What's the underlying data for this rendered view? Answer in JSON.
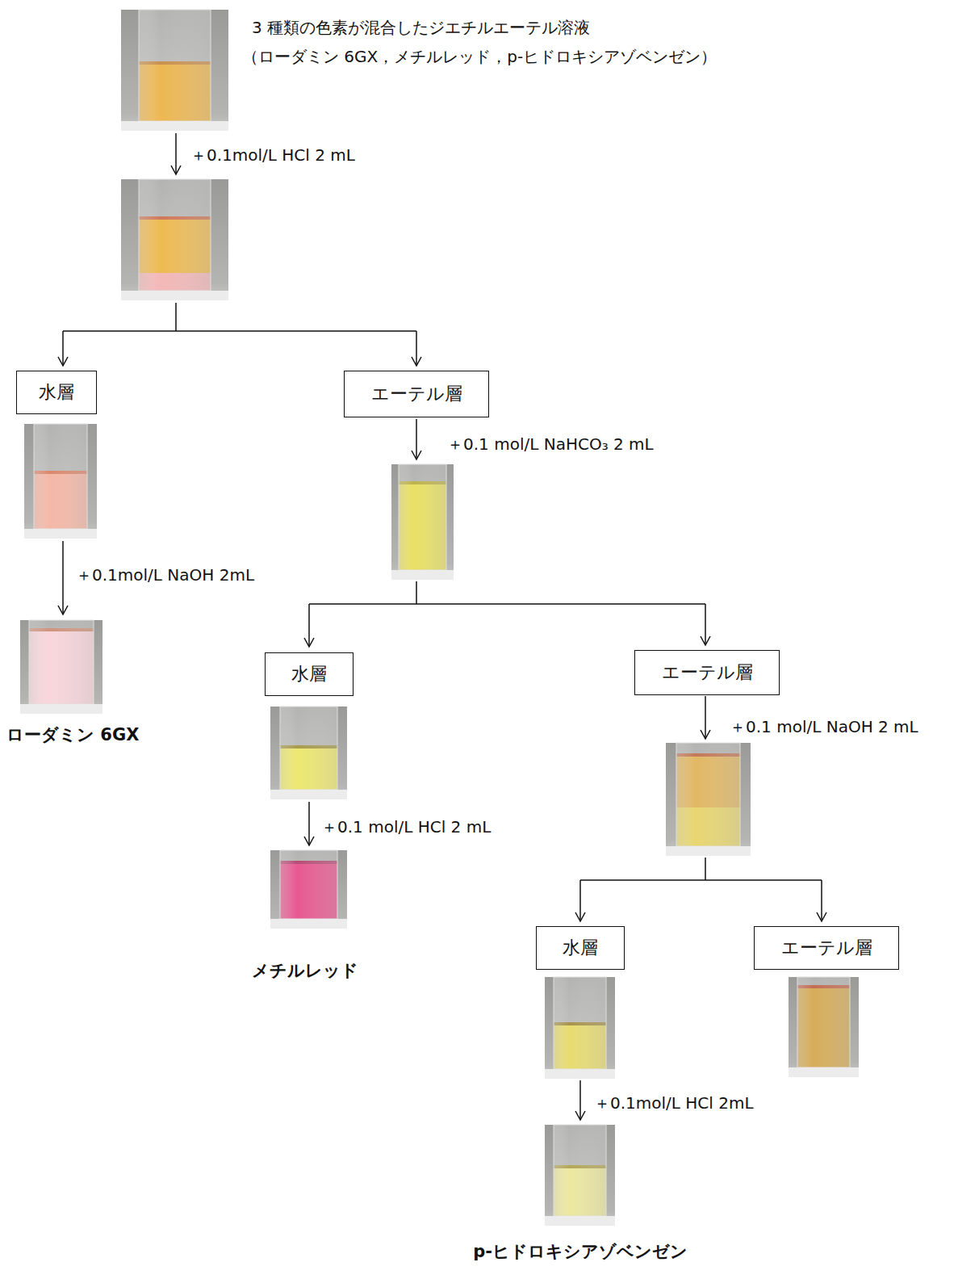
{
  "diagram": {
    "nodes": [
      {
        "text": [
          "水層"
        ]
      },
      {
        "text": [
          "エーテル層"
        ]
      },
      {
        "text": [
          "水層"
        ]
      },
      {
        "text": [
          "エーテル層"
        ]
      },
      {
        "text": [
          "水層"
        ]
      },
      {
        "text": [
          "エーテル層"
        ]
      }
    ],
    "labels": [
      "3 種類の色素が混合したジエチルエーテル溶液",
      "（ローダミン 6GX，メチルレッド，p-ヒドロキシアゾベンゼン）",
      "＋0.1mol/L HCl 2 mL",
      "＋0.1 mol/L NaHCO₃ 2 mL",
      "＋0.1mol/L NaOH 2mL",
      "ローダミン 6GX",
      "＋0.1 mol/L NaOH 2 mL",
      "＋0.1 mol/L HCl 2 mL",
      "メチルレッド",
      "＋0.1mol/L HCl 2mL",
      "p-ヒドロキシアゾベンゼン"
    ]
  }
}
